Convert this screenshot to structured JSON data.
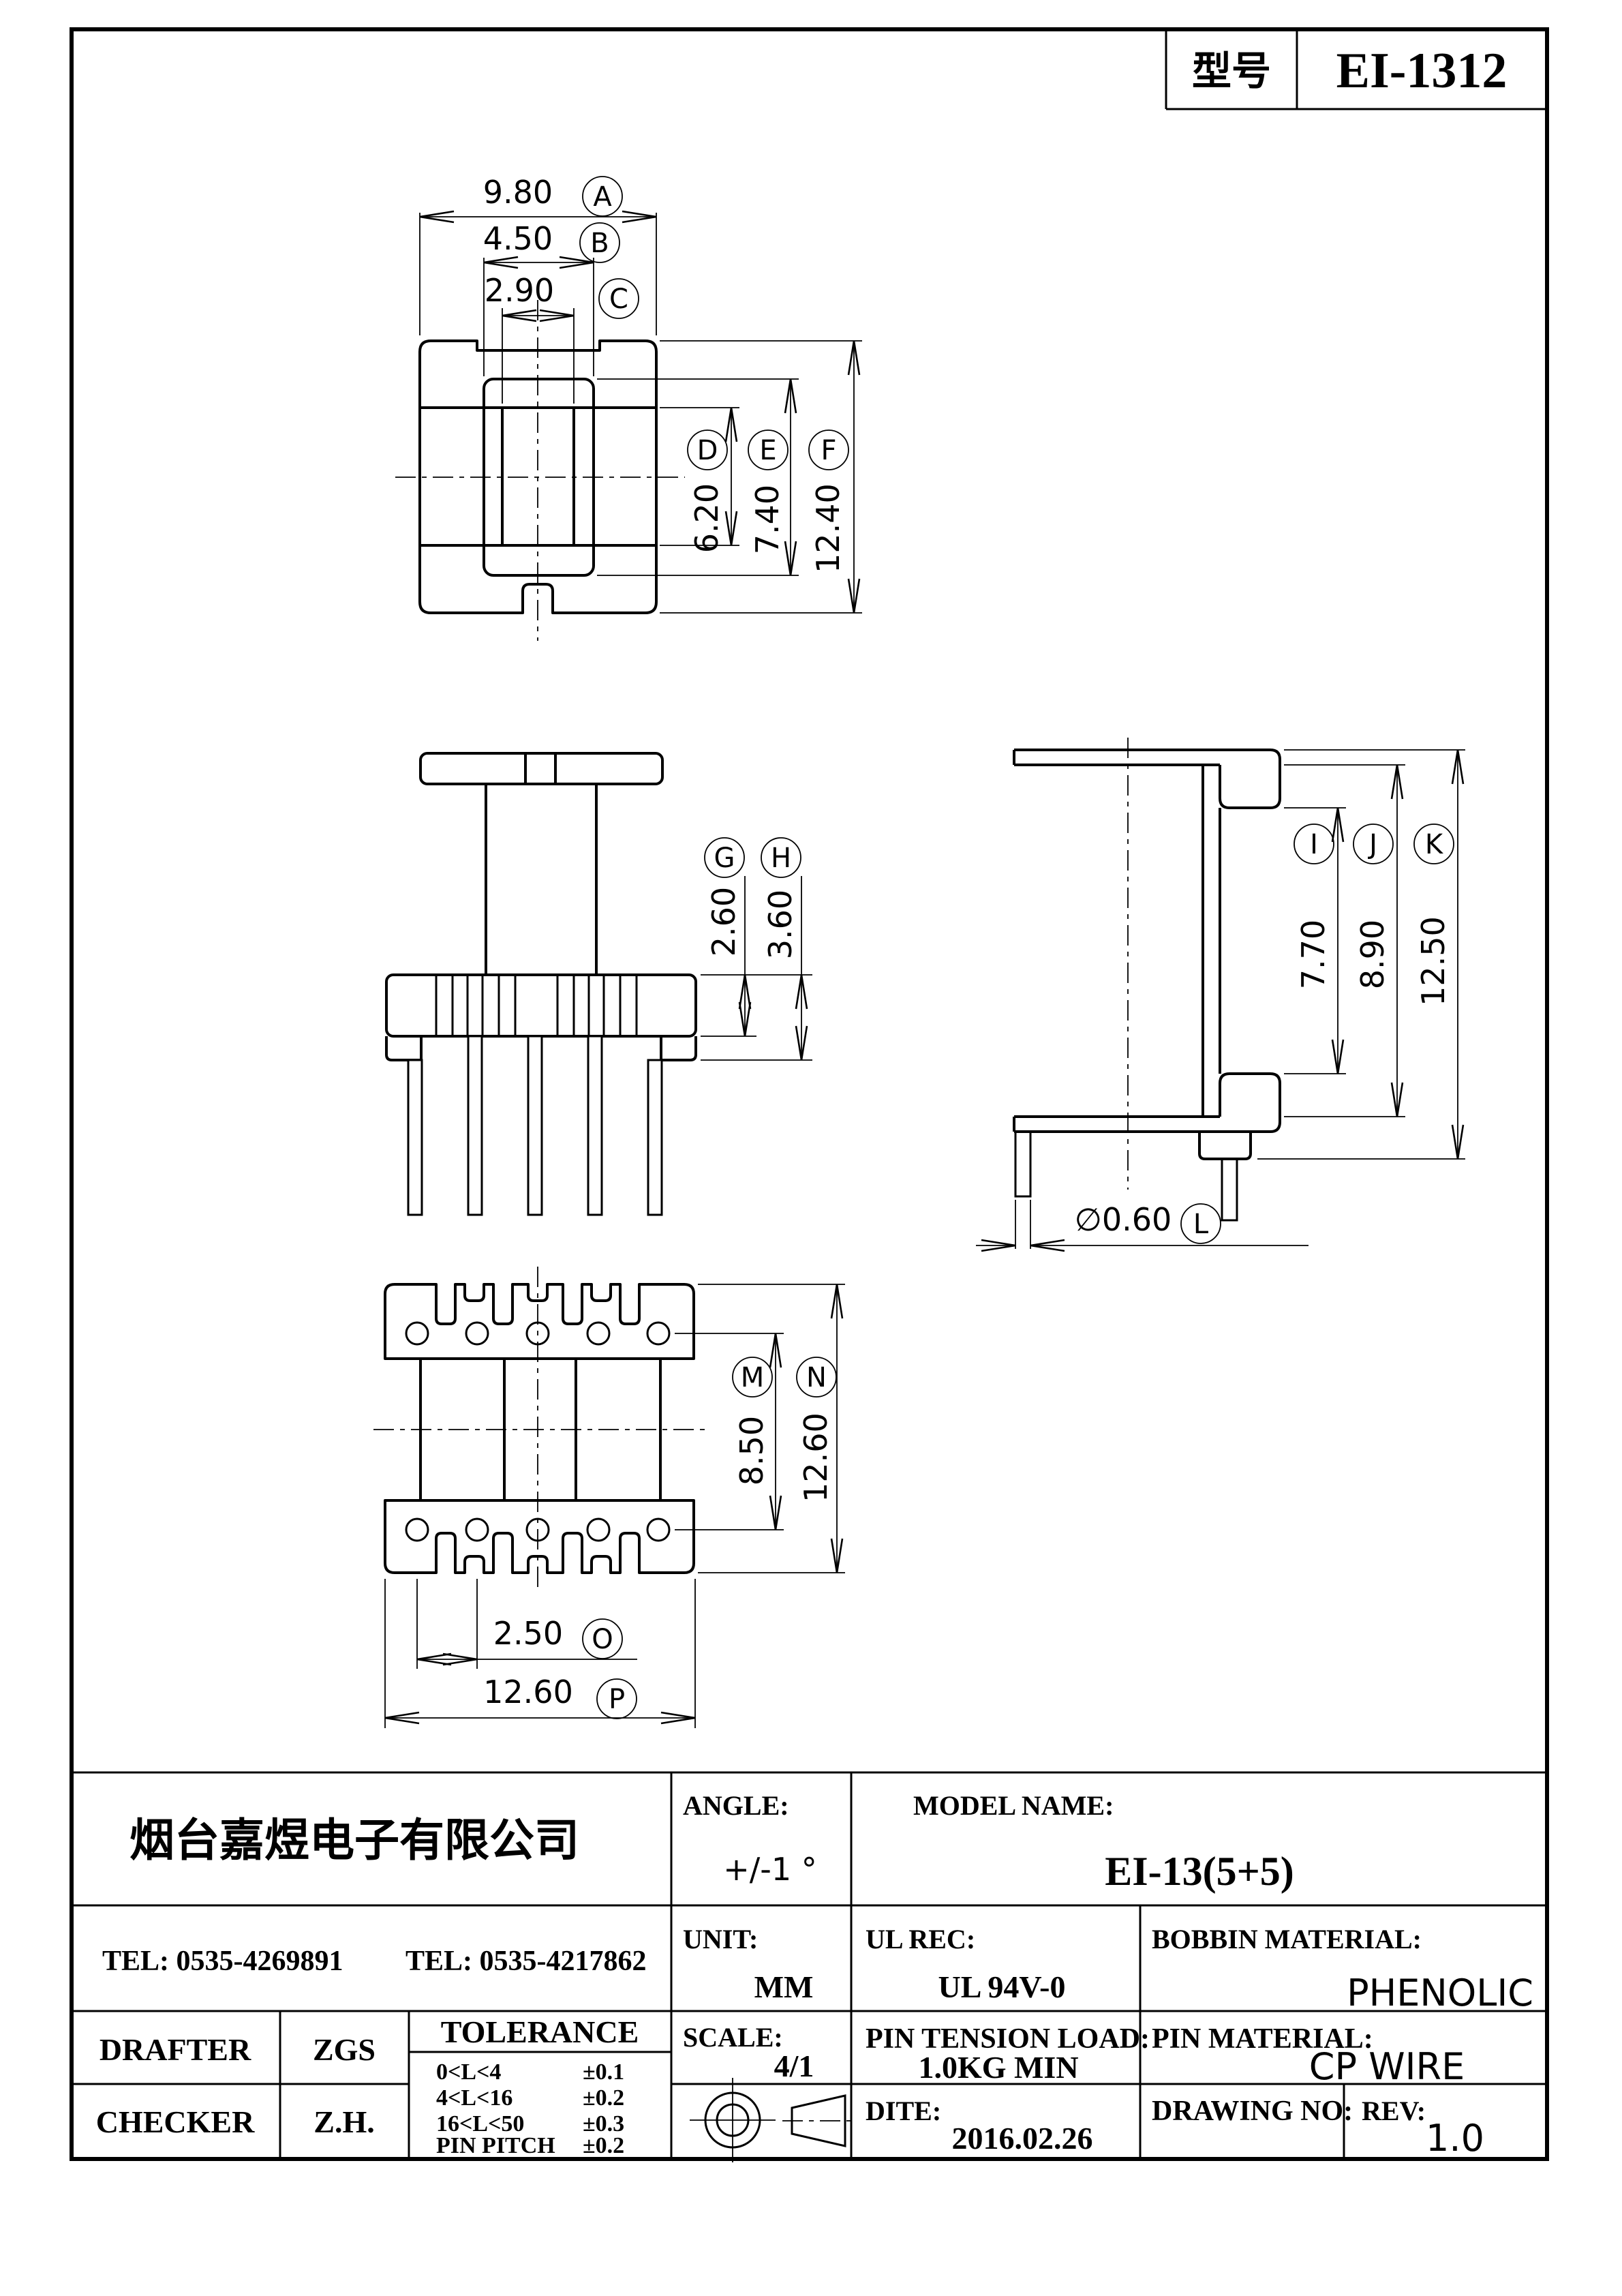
{
  "title_block": {
    "label": "型号",
    "value": "EI-1312"
  },
  "company": {
    "name": "烟台嘉煜电子有限公司",
    "tel1": "TEL: 0535-4269891",
    "tel2": "TEL: 0535-4217862"
  },
  "dims": {
    "A": {
      "v": "9.80",
      "l": "A"
    },
    "B": {
      "v": "4.50",
      "l": "B"
    },
    "C": {
      "v": "2.90",
      "l": "C"
    },
    "D": {
      "v": "6.20",
      "l": "D"
    },
    "E": {
      "v": "7.40",
      "l": "E"
    },
    "F": {
      "v": "12.40",
      "l": "F"
    },
    "G": {
      "v": "2.60",
      "l": "G"
    },
    "H": {
      "v": "3.60",
      "l": "H"
    },
    "I": {
      "v": "7.70",
      "l": "I"
    },
    "J": {
      "v": "8.90",
      "l": "J"
    },
    "K": {
      "v": "12.50",
      "l": "K"
    },
    "L": {
      "v": "∅0.60",
      "l": "L"
    },
    "M": {
      "v": "8.50",
      "l": "M"
    },
    "N": {
      "v": "12.60",
      "l": "N"
    },
    "O": {
      "v": "2.50",
      "l": "O"
    },
    "P": {
      "v": "12.60",
      "l": "P"
    }
  },
  "table": {
    "angle_label": "ANGLE:",
    "angle_value": "+/-1 °",
    "model_label": "MODEL NAME:",
    "model_value": "EI-13(5+5)",
    "unit_label": "UNIT:",
    "unit_value": "MM",
    "ul_label": "UL REC:",
    "ul_value": "UL 94V-0",
    "bobbin_label": "BOBBIN MATERIAL:",
    "bobbin_value": "PHENOLIC",
    "scale_label": "SCALE:",
    "scale_value": "4/1",
    "pin_tension_label": "PIN TENSION LOAD:",
    "pin_tension_value": "1.0KG MIN",
    "pin_material_label": "PIN MATERIAL:",
    "pin_material_value": "CP WIRE",
    "dite_label": "DITE:",
    "dite_value": "2016.02.26",
    "drawing_no_label": "DRAWING NO:",
    "rev_label": "REV:",
    "rev_value": "1.0",
    "drafter_label": "DRAFTER",
    "drafter_value": "ZGS",
    "checker_label": "CHECKER",
    "checker_value": "Z.H.",
    "tolerance_title": "TOLERANCE",
    "tol_rows": [
      {
        "range": "0<L<4",
        "tol": "±0.1"
      },
      {
        "range": "4<L<16",
        "tol": "±0.2"
      },
      {
        "range": "16<L<50",
        "tol": "±0.3"
      },
      {
        "range": "PIN PITCH",
        "tol": "±0.2"
      }
    ]
  }
}
